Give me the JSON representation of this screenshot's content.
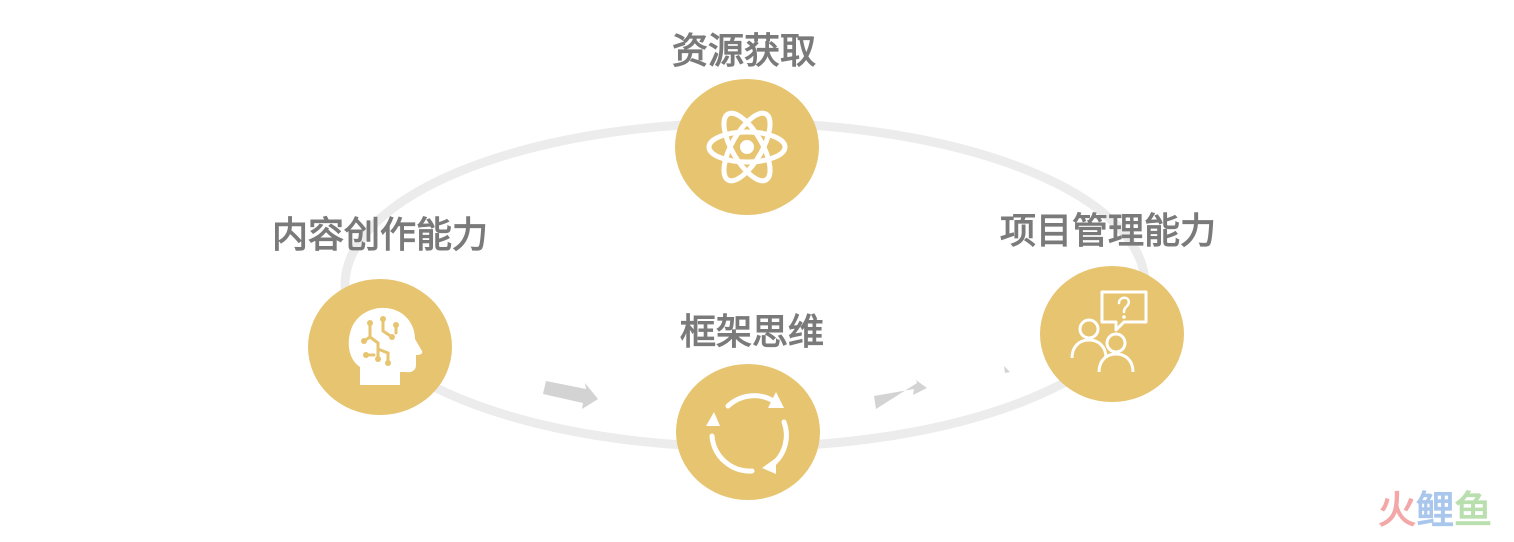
{
  "colors": {
    "node": "#e7c470",
    "ring": "#ececec",
    "arrow": "#d3d3d3",
    "label": "#7a7a7a",
    "icon": "#ffffff"
  },
  "nodes": {
    "top": {
      "label": "资源获取",
      "icon": "atom-icon"
    },
    "left": {
      "label": "内容创作能力",
      "icon": "brain-head-icon"
    },
    "center": {
      "label": "框架思维",
      "icon": "cycle-arrows-icon"
    },
    "right": {
      "label": "项目管理能力",
      "icon": "discussion-icon"
    }
  },
  "watermark": {
    "part1": "火",
    "part2": "鲤",
    "part3": "鱼"
  }
}
